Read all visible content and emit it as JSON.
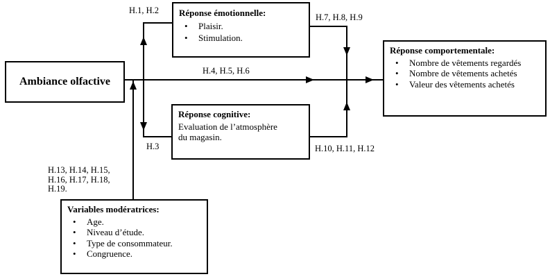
{
  "diagram": {
    "boxes": {
      "ambiance": {
        "title": "Ambiance olfactive"
      },
      "emotional": {
        "title": "Réponse émotionnelle:",
        "bullets": [
          "Plaisir.",
          "Stimulation."
        ]
      },
      "cognitive": {
        "title": "Réponse cognitive:",
        "body_lines": [
          "Evaluation de l’atmosphère",
          "du magasin."
        ]
      },
      "behavioral": {
        "title": "Réponse comportementale:",
        "bullets": [
          "Nombre de vêtements regardés",
          "Nombre de vêtements achetés",
          "Valeur des vêtements achetés"
        ]
      },
      "moderators": {
        "title": "Variables modératrices:",
        "bullets": [
          "Age.",
          "Niveau d’étude.",
          "Type de consommateur.",
          "Congruence."
        ]
      }
    },
    "labels": {
      "h1_2": "H.1, H.2",
      "h4_5_6": "H.4, H.5, H.6",
      "h7_8_9": "H.7, H.8, H.9",
      "h3": "H.3",
      "h10_11_12": "H.10, H.11, H.12",
      "h13_19": [
        "H.13, H.14, H.15,",
        "H.16, H.17, H.18,",
        "H.19."
      ]
    },
    "colors": {
      "line": "#000000",
      "background": "#ffffff",
      "text": "#000000"
    }
  }
}
